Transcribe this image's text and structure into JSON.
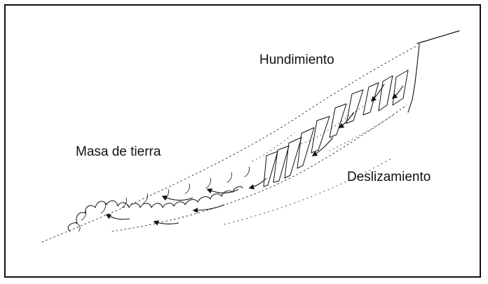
{
  "diagram": {
    "labels": {
      "collapse": "Hundimiento",
      "earth_mass": "Masa de tierra",
      "landslide": "Deslizamiento"
    },
    "colors": {
      "ink": "#111111",
      "background": "#ffffff"
    }
  }
}
